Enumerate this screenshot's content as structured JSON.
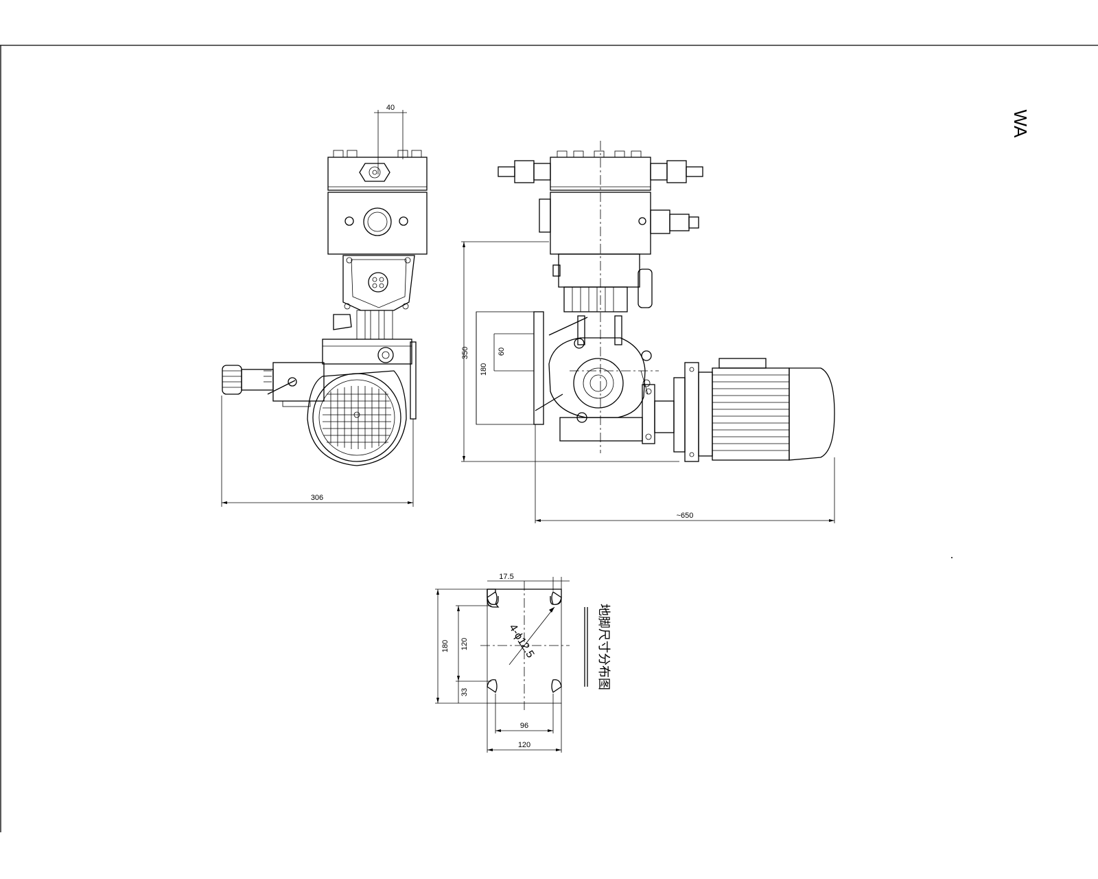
{
  "sheet": {
    "border_color": "#000000",
    "background": "#ffffff",
    "title_tag": "WA"
  },
  "dimensions": {
    "side_view": {
      "top_width": "40",
      "overall_width": "306"
    },
    "front_view": {
      "overall_height": "350",
      "mount_height": "180",
      "center_offset": "60",
      "overall_length": "~650"
    },
    "footprint": {
      "slot_offset": "17.5",
      "hole_spec": "4-ϕ12.5",
      "plate_height": "180",
      "hole_pitch_vertical": "120",
      "edge_offset": "33",
      "hole_pitch_horizontal": "96",
      "plate_width": "120"
    }
  },
  "footprint_caption": "地脚尺寸分布图"
}
